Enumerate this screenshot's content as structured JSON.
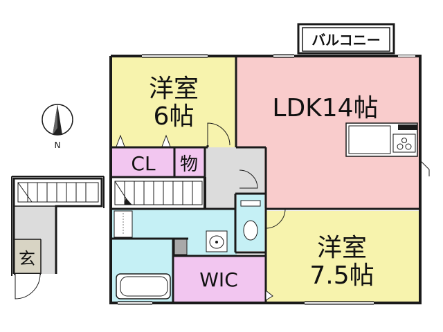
{
  "rooms": {
    "western_room_1": {
      "name": "洋室",
      "size": "6帖"
    },
    "ldk": {
      "name": "LDK14帖"
    },
    "western_room_2": {
      "name": "洋室",
      "size": "7.5帖"
    },
    "closet": {
      "name": "CL"
    },
    "storage": {
      "name": "物"
    },
    "walk_in_closet": {
      "name": "WIC"
    },
    "entrance": {
      "name": "玄"
    },
    "balcony": {
      "name": "バルコニー"
    }
  },
  "compass": {
    "direction": "N"
  },
  "colors": {
    "western_room_1": "#f7f3ad",
    "ldk": "#f9cccc",
    "western_room_2": "#f7f3ad",
    "closet": "#f2c6f0",
    "wic": "#f2c6f0",
    "wet_area": "#c5f0f5",
    "corridor": "#dcdcdc",
    "entrance": "#d8d4c4",
    "wall": "#1a1a1a"
  }
}
